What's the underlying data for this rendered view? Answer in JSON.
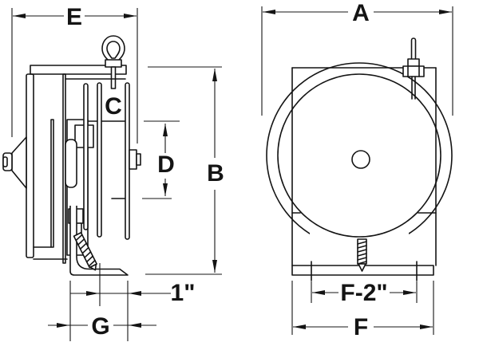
{
  "page": {
    "background": "#ffffff",
    "line_color": "#141414"
  },
  "drawing": {
    "description": "Two-view dimensional line drawing of a spring-retractable reel",
    "views": [
      {
        "id": "side-view",
        "labels_shown": [
          "E",
          "C",
          "D",
          "B",
          "1\"",
          "G"
        ]
      },
      {
        "id": "front-view",
        "labels_shown": [
          "A",
          "F-2\"",
          "F"
        ]
      }
    ]
  },
  "dimension_labels": {
    "E": "E",
    "A": "A",
    "C": "C",
    "D": "D",
    "B": "B",
    "one_inch": "1\"",
    "G": "G",
    "f_minus_two": "F-2\"",
    "F": "F"
  }
}
